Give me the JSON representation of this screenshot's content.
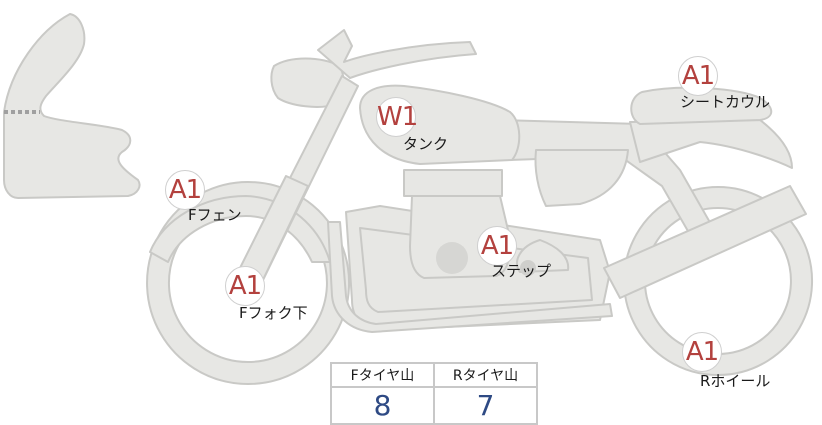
{
  "parts": [
    {
      "id": "f-fender",
      "grade": "A1",
      "label": "Fフェン"
    },
    {
      "id": "f-fork-lower",
      "grade": "A1",
      "label": "Fフォク下"
    },
    {
      "id": "tank",
      "grade": "W1",
      "label": "タンク"
    },
    {
      "id": "step",
      "grade": "A1",
      "label": "ステップ"
    },
    {
      "id": "seat-cowl",
      "grade": "A1",
      "label": "シートカウル"
    },
    {
      "id": "r-wheel",
      "grade": "A1",
      "label": "Rホイール"
    }
  ],
  "tire_tread": {
    "front_header": "Fタイヤ山",
    "rear_header": "Rタイヤ山",
    "front_value": "8",
    "rear_value": "7"
  },
  "colors": {
    "body_fill": "#e6e6e3",
    "outline": "#c9c9c6",
    "grade_text": "#b3413e",
    "value_text": "#2e4a84"
  }
}
